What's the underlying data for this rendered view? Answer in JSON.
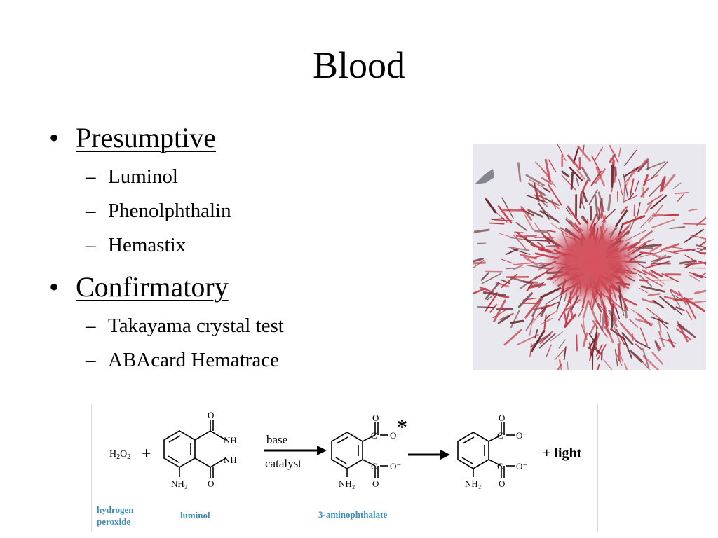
{
  "slide": {
    "title": "Blood",
    "sections": [
      {
        "heading": "Presumptive",
        "items": [
          "Luminol",
          "Phenolphthalin",
          "Hemastix"
        ]
      },
      {
        "heading": "Confirmatory",
        "items": [
          "Takayama crystal test",
          "ABAcard Hematrace"
        ]
      }
    ]
  },
  "figure": {
    "photo_subject": "takayama-crystals",
    "colors": {
      "crystal_red": "#c43845",
      "caption_blue": "#3d8bb8",
      "photo_bg": "#e9e8ee"
    },
    "reaction": {
      "reactant1": "H2O2",
      "plus1": "+",
      "arrow_top": "base",
      "arrow_bottom": "catalyst",
      "star": "*",
      "plus2": "+ light",
      "atoms": {
        "O": "O",
        "NH": "NH",
        "C": "C",
        "Ominus": "O⁻",
        "NH2": "NH₂"
      },
      "captions": {
        "hydrogen": "hydrogen",
        "peroxide": "peroxide",
        "luminol": "luminol",
        "product": "3-aminophthalate"
      }
    }
  }
}
